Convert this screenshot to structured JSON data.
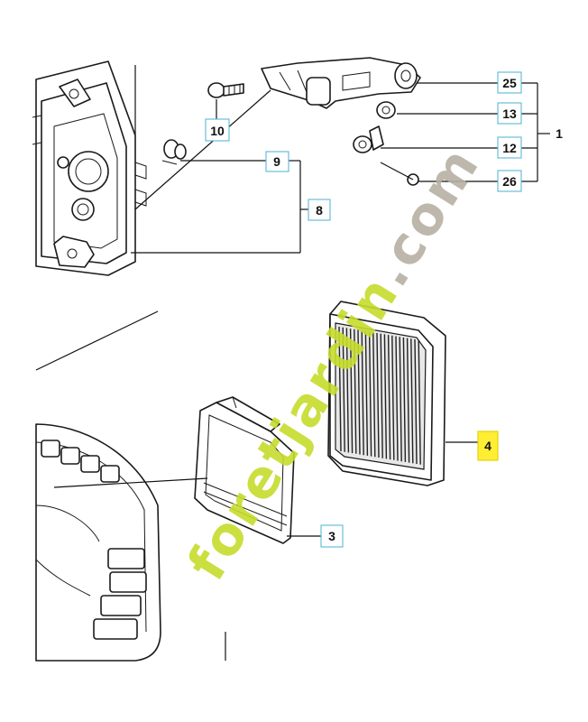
{
  "watermark": {
    "text_green": "foretjardin",
    "text_grey": ".com",
    "color_green": "#c6dc2c",
    "color_grey": "#b7b0a2"
  },
  "highlight_color": "#ffee33",
  "callouts": {
    "c25": "25",
    "c13": "13",
    "c12": "12",
    "c26": "26",
    "c1": "1",
    "c10": "10",
    "c9": "9",
    "c8": "8",
    "c4": "4",
    "c3": "3"
  }
}
